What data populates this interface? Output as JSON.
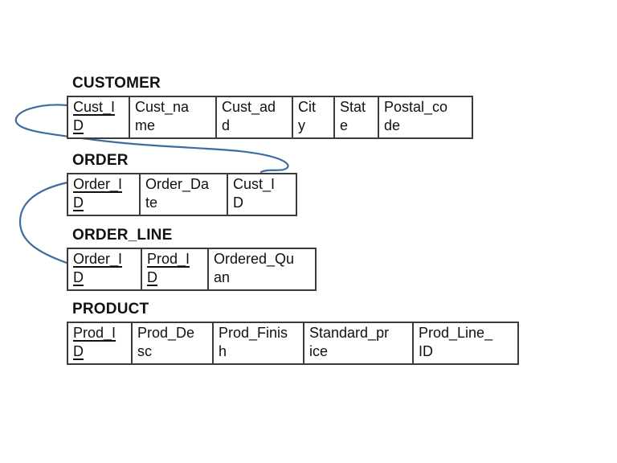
{
  "diagram": {
    "link_color": "#3c6ba1",
    "table_border_color": "#3b3b3b",
    "text_color": "#111111",
    "tables": [
      {
        "name": "CUSTOMER",
        "columns": [
          {
            "label": "Cust_I\nD",
            "field": "Cust_ID",
            "primary_key": true
          },
          {
            "label": "Cust_na\nme",
            "field": "Cust_name",
            "primary_key": false
          },
          {
            "label": "Cust_ad\nd",
            "field": "Cust_add",
            "primary_key": false
          },
          {
            "label": "Cit\ny",
            "field": "City",
            "primary_key": false
          },
          {
            "label": "Stat\ne",
            "field": "State",
            "primary_key": false
          },
          {
            "label": "Postal_co\nde",
            "field": "Postal_code",
            "primary_key": false
          }
        ]
      },
      {
        "name": "ORDER",
        "columns": [
          {
            "label": "Order_I\nD",
            "field": "Order_ID",
            "primary_key": true
          },
          {
            "label": "Order_Da\nte",
            "field": "Order_Date",
            "primary_key": false
          },
          {
            "label": "Cust_I\nD",
            "field": "Cust_ID",
            "primary_key": false
          }
        ]
      },
      {
        "name": "ORDER_LINE",
        "columns": [
          {
            "label": "Order_I\nD",
            "field": "Order_ID",
            "primary_key": true
          },
          {
            "label": "Prod_I\nD",
            "field": "Prod_ID",
            "primary_key": true
          },
          {
            "label": "Ordered_Qu\nan",
            "field": "Ordered_Quan",
            "primary_key": false
          }
        ]
      },
      {
        "name": "PRODUCT",
        "columns": [
          {
            "label": "Prod_I\nD",
            "field": "Prod_ID",
            "primary_key": true
          },
          {
            "label": "Prod_De\nsc",
            "field": "Prod_Desc",
            "primary_key": false
          },
          {
            "label": "Prod_Finis\nh",
            "field": "Prod_Finish",
            "primary_key": false
          },
          {
            "label": "Standard_pr\nice",
            "field": "Standard_price",
            "primary_key": false
          },
          {
            "label": "Prod_Line_\nID",
            "field": "Prod_Line_ID",
            "primary_key": false
          }
        ]
      }
    ],
    "relationships": [
      {
        "from": "CUSTOMER.Cust_ID",
        "to": "ORDER.Cust_ID"
      },
      {
        "from": "ORDER.Order_ID",
        "to": "ORDER_LINE.Order_ID"
      }
    ]
  }
}
